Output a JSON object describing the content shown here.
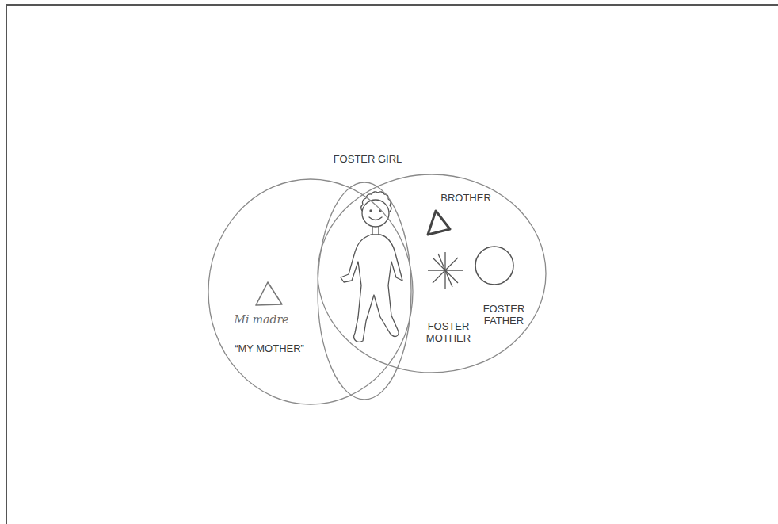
{
  "diagram": {
    "nodes": [
      {
        "text": [
          "Mi madre",
          "“MY MOTHER”"
        ]
      },
      {
        "text": [
          "FOSTER GIRL"
        ]
      },
      {
        "text": [
          "BROTHER",
          "FOSTER MOTHER",
          "FOSTER FATHER"
        ]
      }
    ]
  }
}
